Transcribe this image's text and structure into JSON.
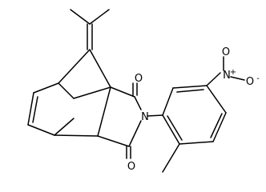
{
  "molecule": {
    "atoms": {
      "o_top": "O",
      "o_bottom": "O",
      "n_imide": "N",
      "n_nitro": "N",
      "n_nitro_charge": "+",
      "o_nitro_top": "O",
      "o_nitro_right": "O",
      "o_nitro_charge": "-"
    }
  }
}
